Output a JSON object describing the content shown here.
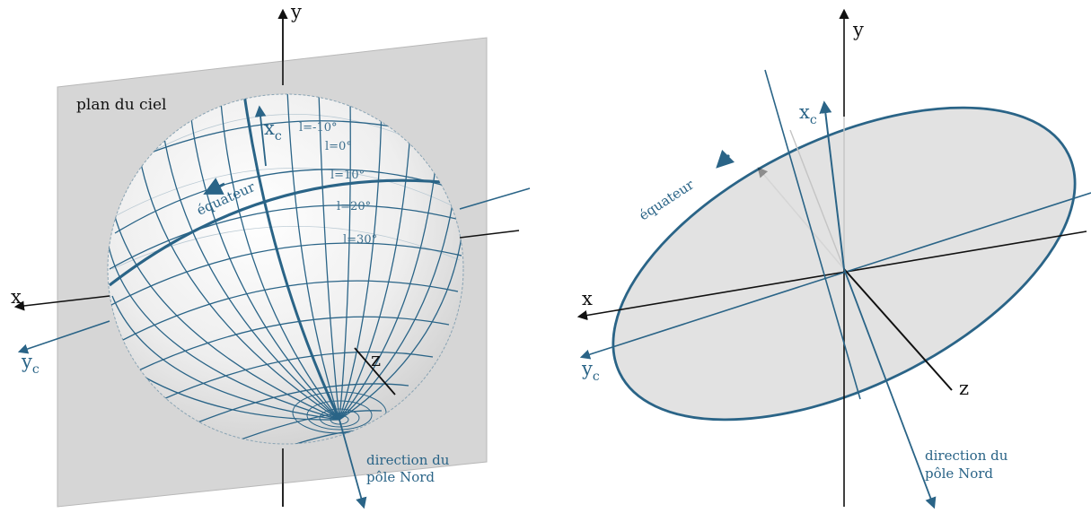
{
  "left_figure": {
    "plane_label": "plan du ciel",
    "axis_x": "x",
    "axis_y": "y",
    "axis_z": "z",
    "axis_xc": "x",
    "axis_xc_sub": "c",
    "axis_yc": "y",
    "axis_yc_sub": "c",
    "equator_label": "équateur",
    "latitudes": [
      "l=-10°",
      "l=0°",
      "l=10°",
      "l=20°",
      "l=30°"
    ],
    "north_label_1": "direction du",
    "north_label_2": "pôle Nord"
  },
  "right_figure": {
    "axis_x": "x",
    "axis_y": "y",
    "axis_z": "z",
    "axis_xc": "x",
    "axis_xc_sub": "c",
    "axis_yc": "y",
    "axis_yc_sub": "c",
    "equator_label": "équateur",
    "north_label_1": "direction du",
    "north_label_2": "pôle Nord"
  },
  "colors": {
    "accent_blue": "#2a6487",
    "plane_gray": "#d6d6d6",
    "axis_black": "#111111"
  }
}
